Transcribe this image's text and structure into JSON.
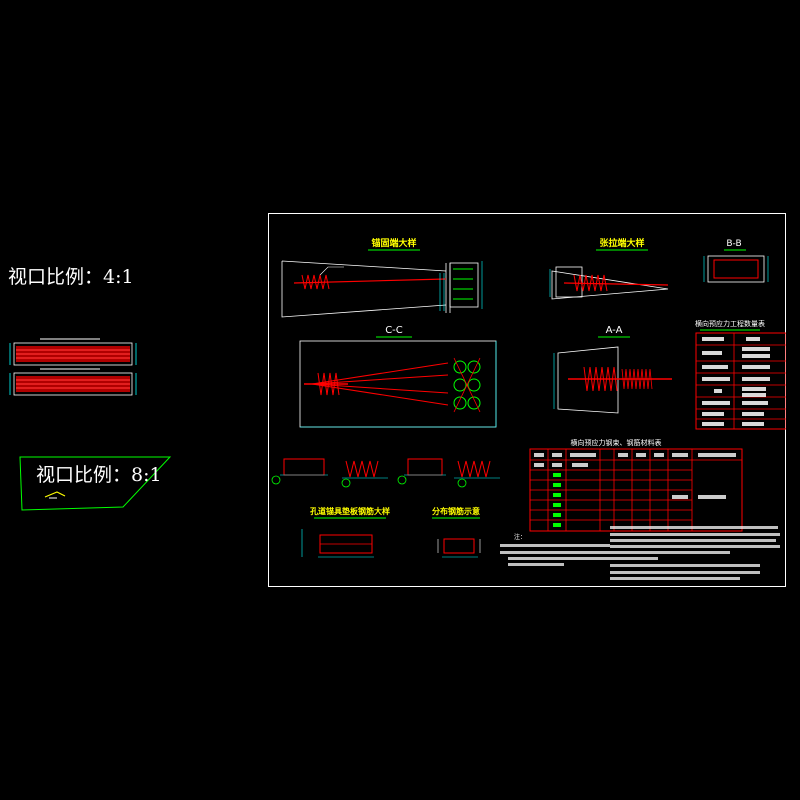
{
  "viewport_left": {
    "label": "视口比例：4:1"
  },
  "viewport_right": {
    "label": "视口比例：8:1"
  },
  "titles": {
    "anchor_end": "锚固端大样",
    "tension_end": "张拉端大样",
    "section_bb": "B-B",
    "section_cc": "C-C",
    "section_aa": "A-A",
    "spiral_detail": "孔道锚具垫板钢筋大样",
    "distribution": "分布钢筋示意",
    "quantity_table": "横向预应力工程数量表",
    "main_table": "横向预应力钢束、钢筋材料表",
    "notes_title": "注："
  },
  "colors": {
    "border": "#ffffff",
    "title": "#ffff00",
    "underline": "#00ff00",
    "rebar": "#ff0000",
    "dimension": "#00ffff",
    "table_line": "#ff0000",
    "text": "#ffffff",
    "bg": "#000000"
  }
}
